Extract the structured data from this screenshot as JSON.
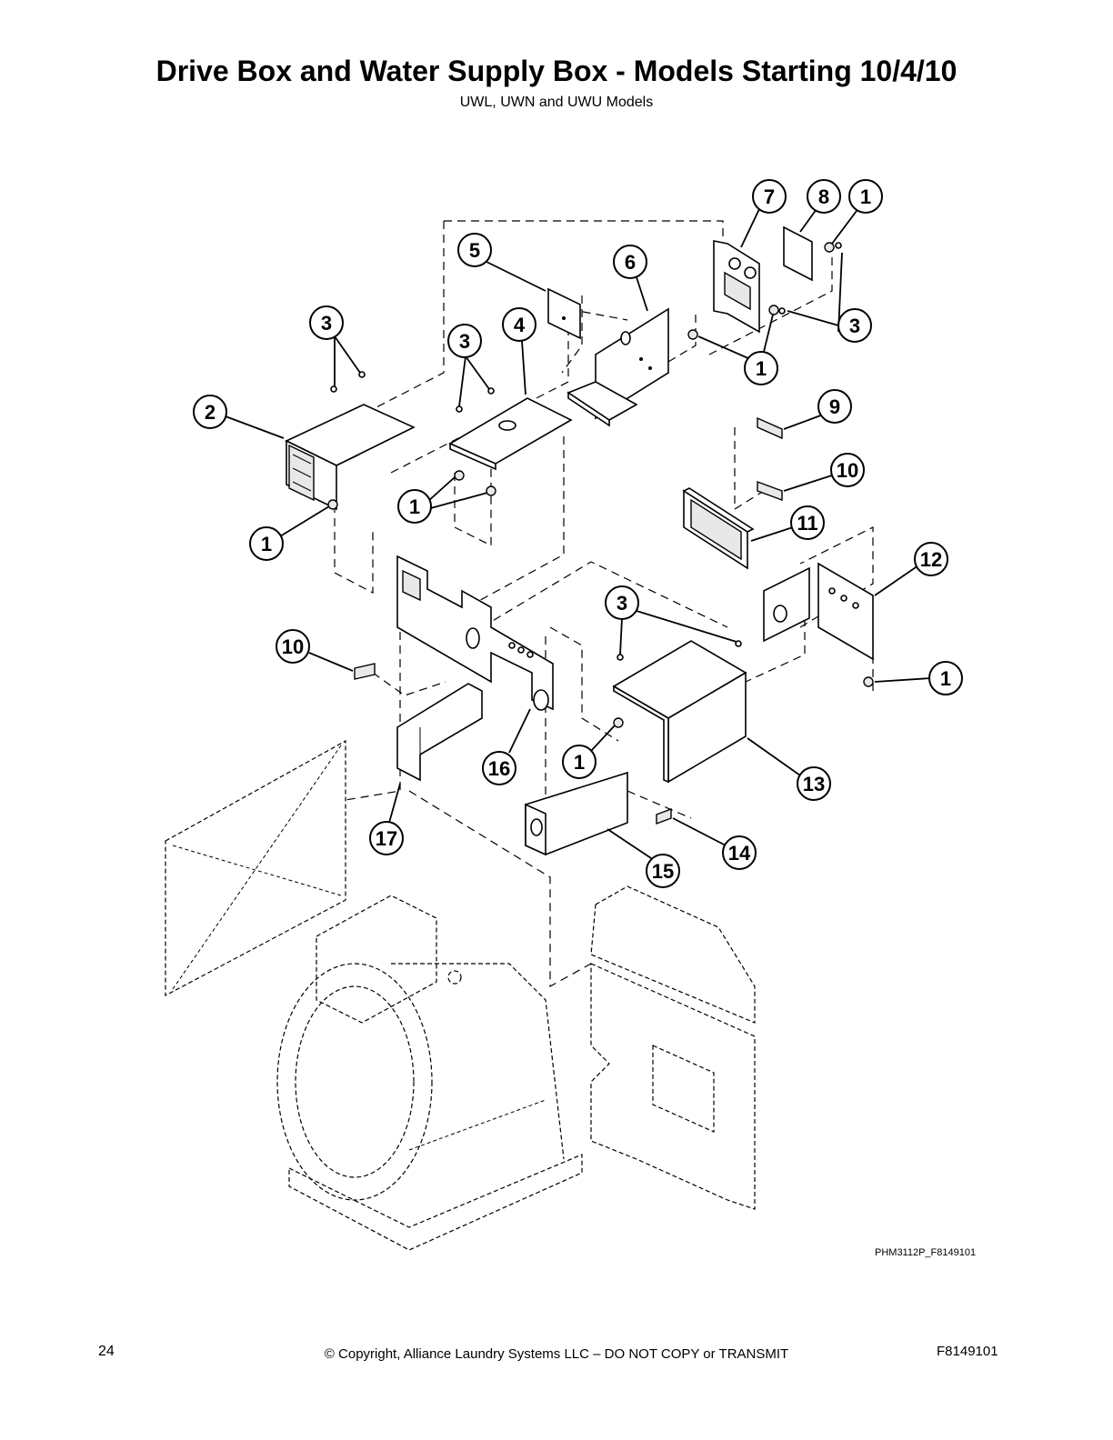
{
  "header": {
    "title": "Drive Box and Water Supply Box - Models Starting 10/4/10",
    "subtitle": "UWL, UWN and UWU Models"
  },
  "callouts": [
    {
      "label": "7"
    },
    {
      "label": "8"
    },
    {
      "label": "1"
    },
    {
      "label": "5"
    },
    {
      "label": "6"
    },
    {
      "label": "3"
    },
    {
      "label": "3"
    },
    {
      "label": "4"
    },
    {
      "label": "3"
    },
    {
      "label": "1"
    },
    {
      "label": "2"
    },
    {
      "label": "9"
    },
    {
      "label": "10"
    },
    {
      "label": "1"
    },
    {
      "label": "11"
    },
    {
      "label": "1"
    },
    {
      "label": "12"
    },
    {
      "label": "3"
    },
    {
      "label": "10"
    },
    {
      "label": "1"
    },
    {
      "label": "1"
    },
    {
      "label": "16"
    },
    {
      "label": "13"
    },
    {
      "label": "17"
    },
    {
      "label": "14"
    },
    {
      "label": "15"
    }
  ],
  "drawing_code": "PHM3112P_F8149101",
  "footer": {
    "page_number": "24",
    "copyright": "© Copyright, Alliance Laundry Systems LLC – DO NOT COPY or TRANSMIT",
    "document_number": "F8149101"
  }
}
